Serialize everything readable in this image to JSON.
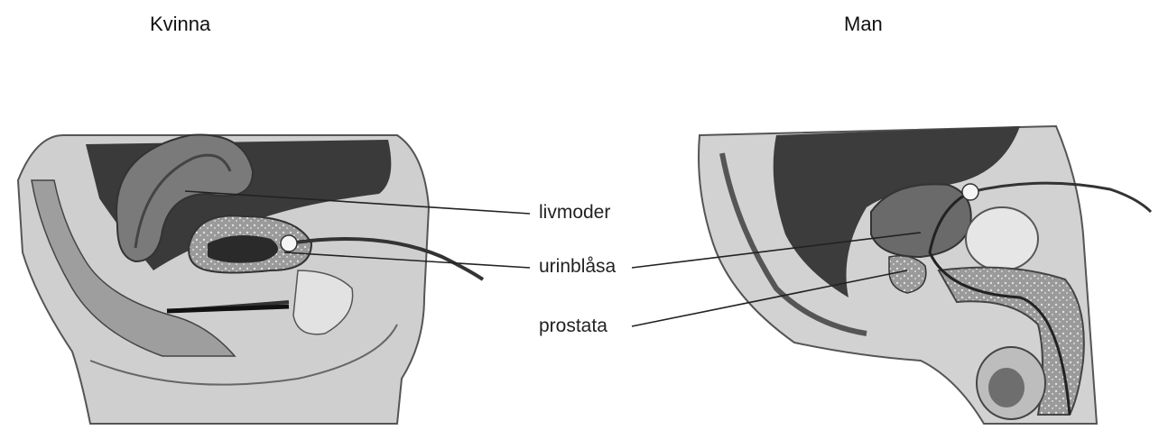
{
  "titles": {
    "left": "Kvinna",
    "right": "Man"
  },
  "labels": {
    "uterus": "livmoder",
    "bladder": "urinblåsa",
    "prostate": "prostata"
  },
  "colors": {
    "background": "#ffffff",
    "tissue_dark": "#3c3c3c",
    "tissue_mid": "#8a8a8a",
    "tissue_light": "#c8c8c8",
    "line": "#222222"
  },
  "panels": [
    "female-pelvis-illustration",
    "male-pelvis-illustration"
  ]
}
